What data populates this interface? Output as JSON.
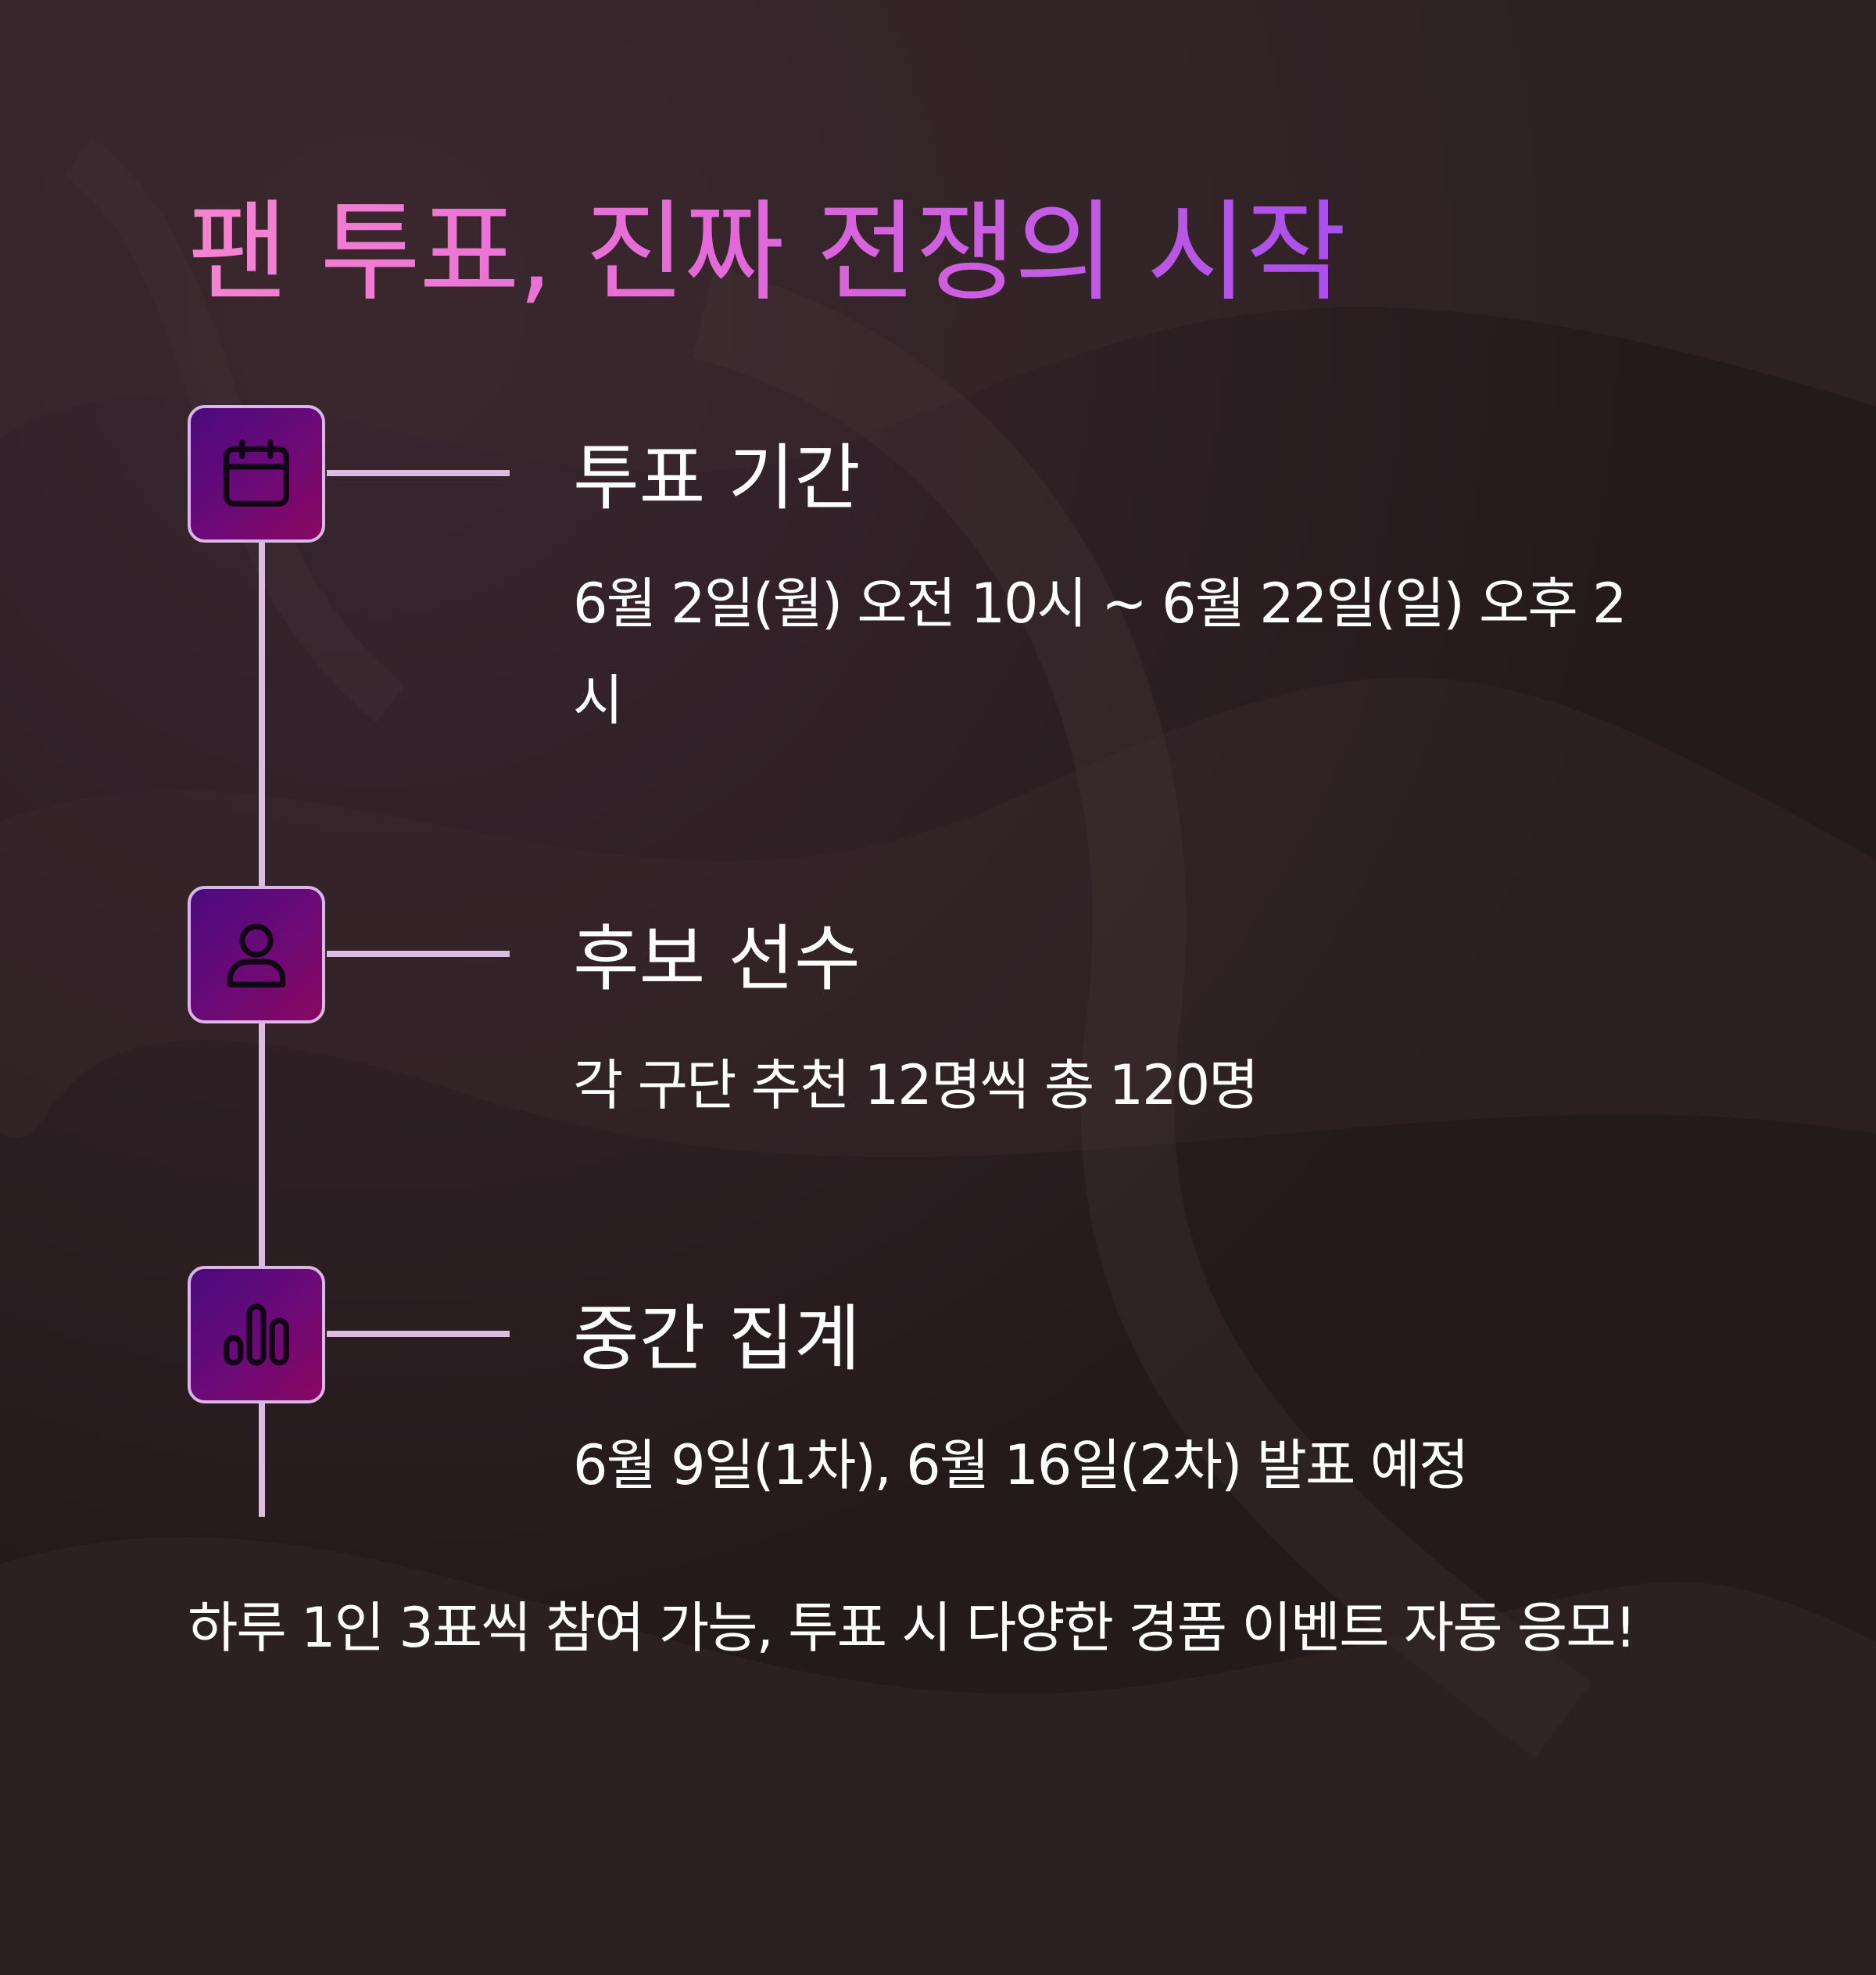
{
  "title": "팬 투표, 진짜 전쟁의 시작",
  "items": [
    {
      "icon": "calendar-icon",
      "heading": "투표 기간",
      "description": "6월 2일(월) 오전 10시 ~ 6월 22일(일) 오후 2시"
    },
    {
      "icon": "user-icon",
      "heading": "후보 선수",
      "description": "각 구단 추천 12명씩 총 120명"
    },
    {
      "icon": "bar-chart-icon",
      "heading": "중간 집계",
      "description": "6월 9일(1차), 6월 16일(2차) 발표 예정"
    }
  ],
  "footer": "하루 1인 3표씩 참여 가능, 투표 시 다양한 경품 이벤트 자동 응모!",
  "colors": {
    "title_gradient": [
      "#f584d0",
      "#a94fec"
    ],
    "connector": "#dcbde2",
    "icon_box_gradient": [
      "#4a0a7d",
      "#8a0760"
    ],
    "background": "#2b2020"
  }
}
